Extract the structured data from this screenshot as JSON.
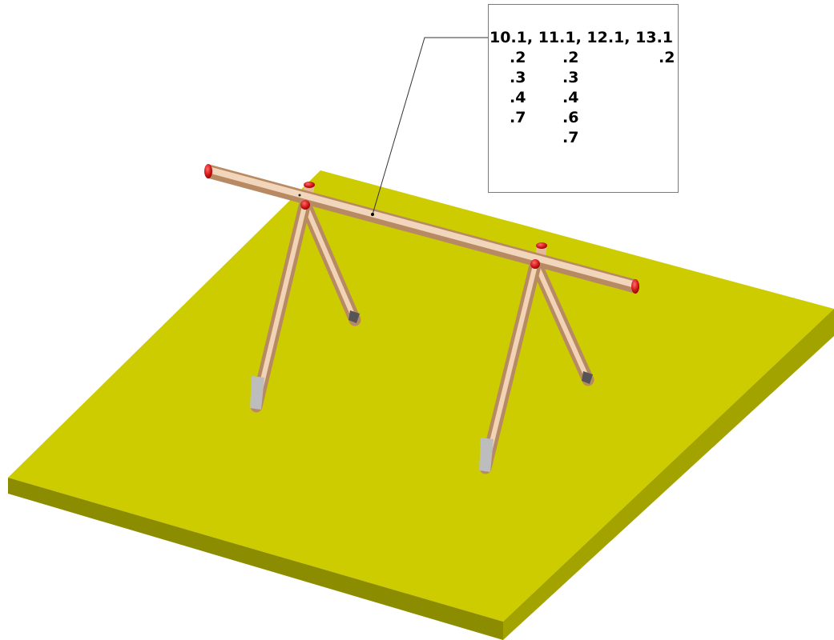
{
  "callout": {
    "header": "10.1, 11.1, 12.1, 13.1",
    "col1": [
      ".2",
      ".3",
      ".4",
      ".7"
    ],
    "col2": [
      ".2",
      ".3",
      ".4",
      ".6",
      ".7"
    ],
    "col4": [
      ".2"
    ]
  },
  "colors": {
    "ground_top": "#cccc00",
    "ground_side": "#8a8a00",
    "pipe": "#e8c4a2",
    "cap": "#cc1111"
  }
}
